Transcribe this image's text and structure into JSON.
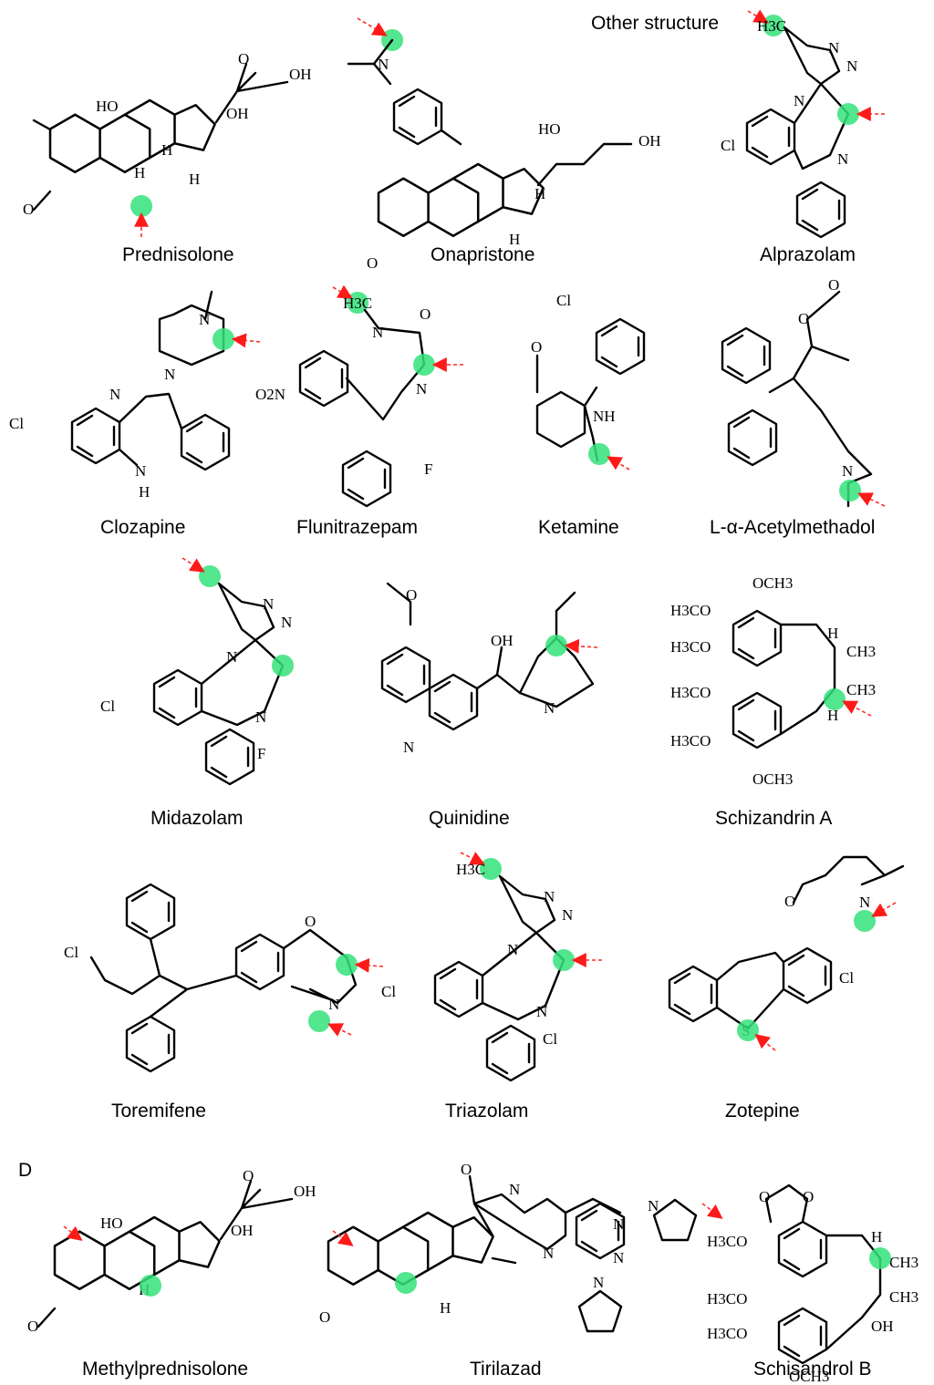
{
  "header": {
    "other_structure": "Other structure"
  },
  "panel_label": "D",
  "highlight_color": "#34e27a",
  "arrow_color": "#ff1a1a",
  "molecules": [
    {
      "name": "Prednisolone"
    },
    {
      "name": "Onapristone"
    },
    {
      "name": "Alprazolam"
    },
    {
      "name": "Clozapine"
    },
    {
      "name": "Flunitrazepam"
    },
    {
      "name": "Ketamine"
    },
    {
      "name": "L-α-Acetylmethadol"
    },
    {
      "name": "Midazolam"
    },
    {
      "name": "Quinidine"
    },
    {
      "name": "Schizandrin A"
    },
    {
      "name": "Toremifene"
    },
    {
      "name": "Triazolam"
    },
    {
      "name": "Zotepine"
    },
    {
      "name": "Methylprednisolone"
    },
    {
      "name": "Tirilazad"
    },
    {
      "name": "Schisandrol B"
    }
  ],
  "atom_labels": {
    "ho": "HO",
    "oh": "OH",
    "o": "O",
    "h": "H",
    "n": "N",
    "cl": "Cl",
    "f": "F",
    "nh": "NH",
    "s": "S",
    "h3c": "H3C",
    "ch3": "CH3",
    "h3co": "H3CO",
    "och3": "OCH3",
    "o2n": "O2N"
  }
}
